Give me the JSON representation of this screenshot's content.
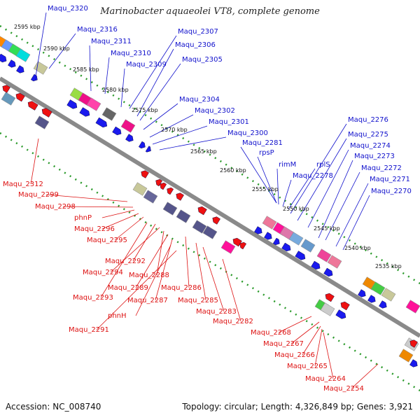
{
  "title": "Marinobacter aquaeolei VT8, complete genome",
  "accession_text": "Accession: NC_008740",
  "topology_text": "Topology: circular; Length: 4,326,849 bp; Genes: 3,921",
  "colors": {
    "forward_label": "#1111cc",
    "reverse_label": "#dd1111",
    "tick_dots": "#2a9a2a",
    "backbone": "#8a8a8a",
    "forward_gene": "#1a1aee",
    "reverse_gene": "#ee1111"
  },
  "kbp_ticks": [
    "2595 kbp",
    "2590 kbp",
    "2585 kbp",
    "2580 kbp",
    "2575 kbp",
    "2570 kbp",
    "2565 kbp",
    "2560 kbp",
    "2555 kbp",
    "2550 kbp",
    "2545 kbp",
    "2540 kbp",
    "2535 kbp"
  ],
  "forward_genes": [
    "Maqu_2320",
    "Maqu_2316",
    "Maqu_2311",
    "Maqu_2310",
    "Maqu_2309",
    "Maqu_2307",
    "Maqu_2306",
    "Maqu_2305",
    "Maqu_2304",
    "Maqu_2302",
    "Maqu_2301",
    "Maqu_2300",
    "Maqu_2281",
    "rpsP",
    "rimM",
    "Maqu_2278",
    "rplS",
    "Maqu_2276",
    "Maqu_2275",
    "Maqu_2274",
    "Maqu_2273",
    "Maqu_2272",
    "Maqu_2271",
    "Maqu_2270"
  ],
  "reverse_genes": [
    "Maqu_2312",
    "Maqu_2299",
    "Maqu_2298",
    "phnP",
    "Maqu_2296",
    "Maqu_2295",
    "Maqu_2292",
    "Maqu_2294",
    "Maqu_2288",
    "Maqu_2289",
    "Maqu_2293",
    "Maqu_2287",
    "phnH",
    "Maqu_2291",
    "Maqu_2286",
    "Maqu_2285",
    "Maqu_2283",
    "Maqu_2282",
    "Maqu_2268",
    "Maqu_2267",
    "Maqu_2266",
    "Maqu_2265",
    "Maqu_2264",
    "Maqu_2254"
  ]
}
